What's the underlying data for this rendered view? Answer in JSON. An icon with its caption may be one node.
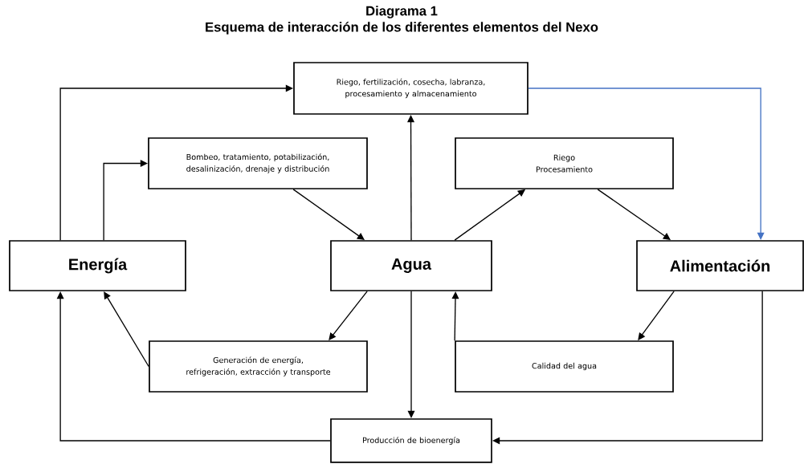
{
  "diagram": {
    "title": "Diagrama 1",
    "nodes": [
      {
        "text": [
          "Riego, fertilización, cosecha, labranza, procesamiento y almacenamiento"
        ]
      },
      {
        "text": [
          "Bombeo, tratamiento, potabilización, desalinización, drenaje y distribución"
        ]
      },
      {
        "text": [
          "Riego",
          "Procesamiento"
        ]
      },
      {
        "text": [
          "Energía"
        ]
      },
      {
        "text": [
          "Agua"
        ]
      },
      {
        "text": [
          "Alimentación"
        ]
      },
      {
        "text": [
          "Generación de energía, refrigeración, extracción y transporte"
        ]
      },
      {
        "text": [
          "Calidad del agua"
        ]
      },
      {
        "text": [
          "Producción de bioenergía"
        ]
      }
    ],
    "edges": [
      {
        "from": 3,
        "to": 0,
        "arrow": "to"
      },
      {
        "from": 3,
        "to": 1,
        "arrow": "to"
      },
      {
        "from": 1,
        "to": 4,
        "arrow": "to"
      },
      {
        "from": 4,
        "to": 0,
        "arrow": "to"
      },
      {
        "from": 4,
        "to": 2,
        "arrow": "to"
      },
      {
        "from": 2,
        "to": 5,
        "arrow": "to"
      },
      {
        "from": 0,
        "to": 5,
        "arrow": "to",
        "color": "#4472c4"
      },
      {
        "from": 4,
        "to": 6,
        "arrow": "to"
      },
      {
        "from": 6,
        "to": 3,
        "arrow": "to"
      },
      {
        "from": 5,
        "to": 7,
        "arrow": "to"
      },
      {
        "from": 7,
        "to": 4,
        "arrow": "to"
      },
      {
        "from": 4,
        "to": 8,
        "arrow": "to"
      },
      {
        "from": 5,
        "to": 8,
        "arrow": "to"
      },
      {
        "from": 8,
        "to": 3,
        "arrow": "to"
      }
    ],
    "labels": [
      "Esquema de interacción de los diferentes elementos del Nexo"
    ]
  }
}
